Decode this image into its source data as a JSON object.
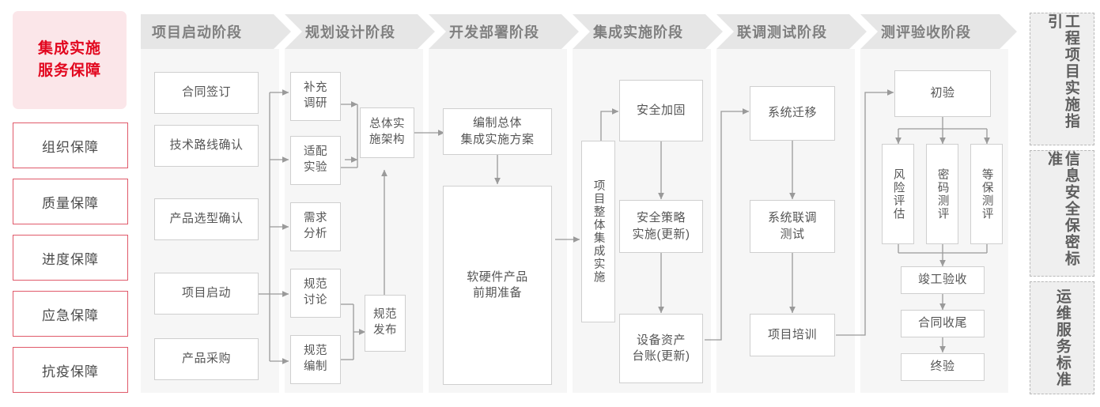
{
  "colors": {
    "brand_red": "#e2071f",
    "brand_red_soft": "#e05a6a",
    "title_bg": "#fbe6e9",
    "column_bg": "#f6f6f6",
    "chevron_bg": "#e6e6e6",
    "chevron_text": "#7f7f7f",
    "node_border": "#cfcfcf",
    "node_text": "#555555",
    "wire": "#9a9a9a",
    "standard_border": "#b8b8b8",
    "standard_bg": "#efefef"
  },
  "sidebar_left": {
    "title_line1": "集成实施",
    "title_line2": "服务保障",
    "items": [
      {
        "label": "组织保障"
      },
      {
        "label": "质量保障"
      },
      {
        "label": "进度保障"
      },
      {
        "label": "应急保障"
      },
      {
        "label": "抗疫保障"
      }
    ]
  },
  "phases": [
    {
      "id": "startup",
      "label": "项目启动阶段"
    },
    {
      "id": "planning",
      "label": "规划设计阶段"
    },
    {
      "id": "develop",
      "label": "开发部署阶段"
    },
    {
      "id": "integrate",
      "label": "集成实施阶段"
    },
    {
      "id": "joint-test",
      "label": "联调测试阶段"
    },
    {
      "id": "acceptance",
      "label": "测评验收阶段"
    }
  ],
  "nodes": {
    "startup": [
      {
        "label": "合同签订"
      },
      {
        "label": "技术路线确认"
      },
      {
        "label": "产品选型确认"
      },
      {
        "label": "项目启动"
      },
      {
        "label": "产品采购"
      }
    ],
    "planning": [
      {
        "label": "补充\n调研"
      },
      {
        "label": "适配\n实验"
      },
      {
        "label": "需求\n分析"
      },
      {
        "label": "规范\n讨论"
      },
      {
        "label": "规范\n编制"
      },
      {
        "label": "总体实\n施架构"
      },
      {
        "label": "规范\n发布"
      }
    ],
    "develop": [
      {
        "label": "编制总体\n集成实施方案"
      },
      {
        "label": "软硬件产品\n前期准备"
      }
    ],
    "integrate": [
      {
        "label": "项目整体集成实施"
      },
      {
        "label": "安全加固"
      },
      {
        "label": "安全策略\n实施(更新)"
      },
      {
        "label": "设备资产\n台账(更新)"
      }
    ],
    "joint_test": [
      {
        "label": "系统迁移"
      },
      {
        "label": "系统联调\n测试"
      },
      {
        "label": "项目培训"
      }
    ],
    "acceptance": [
      {
        "label": "初验"
      },
      {
        "label": "风险评估"
      },
      {
        "label": "密码测评"
      },
      {
        "label": "等保测评"
      },
      {
        "label": "竣工验收"
      },
      {
        "label": "合同收尾"
      },
      {
        "label": "终验"
      }
    ]
  },
  "sidebar_right": {
    "items": [
      {
        "label": "工程项目实施指引"
      },
      {
        "label": "信息安全保密标准"
      },
      {
        "label": "运维服务标准"
      }
    ]
  }
}
